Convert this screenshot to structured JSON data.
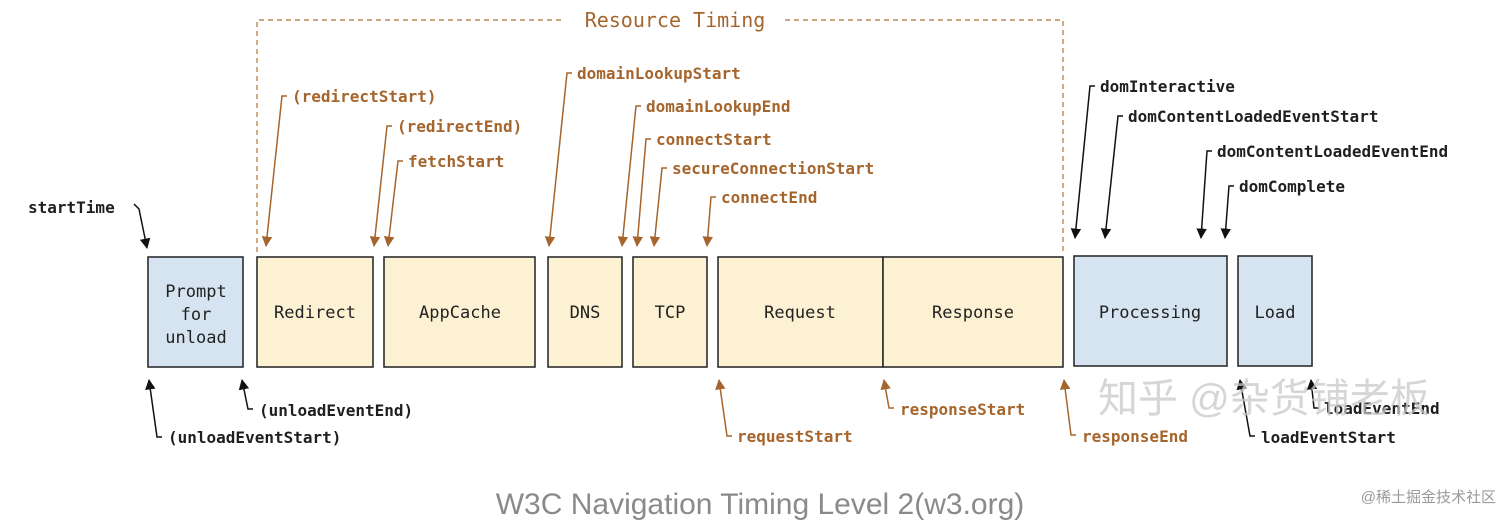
{
  "title": "Resource Timing",
  "caption": "W3C Navigation Timing Level 2(w3.org)",
  "watermark": "知乎 @杂货铺老板",
  "corner_watermark": "@稀土掘金技术社区",
  "colors": {
    "phase_blue": "#d6e3f0",
    "phase_yellow": "#fdf1d3",
    "label_brown": "#a5652c",
    "label_dark": "#1f1f1f"
  },
  "phases": {
    "prompt_for_unload": [
      "Prompt",
      "for",
      "unload"
    ],
    "redirect": "Redirect",
    "appcache": "AppCache",
    "dns": "DNS",
    "tcp": "TCP",
    "request": "Request",
    "response": "Response",
    "processing": "Processing",
    "load": "Load"
  },
  "markers": {
    "startTime": "startTime",
    "unloadEventStart": "(unloadEventStart)",
    "unloadEventEnd": "(unloadEventEnd)",
    "redirectStart": "(redirectStart)",
    "redirectEnd": "(redirectEnd)",
    "fetchStart": "fetchStart",
    "domainLookupStart": "domainLookupStart",
    "domainLookupEnd": "domainLookupEnd",
    "connectStart": "connectStart",
    "secureConnectionStart": "secureConnectionStart",
    "connectEnd": "connectEnd",
    "requestStart": "requestStart",
    "responseStart": "responseStart",
    "responseEnd": "responseEnd",
    "domInteractive": "domInteractive",
    "domContentLoadedEventStart": "domContentLoadedEventStart",
    "domContentLoadedEventEnd": "domContentLoadedEventEnd",
    "domComplete": "domComplete",
    "loadEventStart": "loadEventStart",
    "loadEventEnd": "loadEventEnd"
  }
}
